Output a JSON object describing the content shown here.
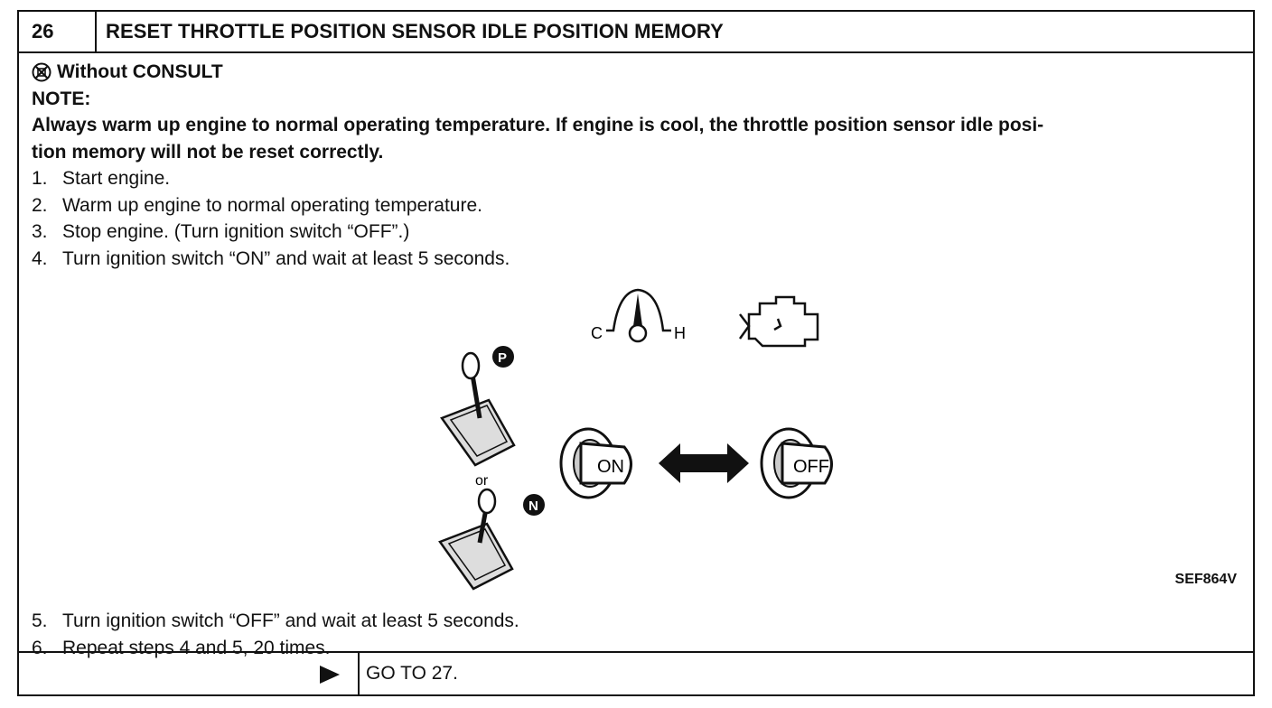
{
  "header": {
    "step_number": "26",
    "title": "RESET THROTTLE POSITION SENSOR IDLE POSITION MEMORY"
  },
  "section": {
    "icon": "consult-crossed-icon",
    "label": "Without CONSULT"
  },
  "note": {
    "label": "NOTE:",
    "text_line1": "Always warm up engine to normal operating temperature. If engine is cool, the throttle position sensor idle posi-",
    "text_line2": "tion memory will not be reset correctly."
  },
  "steps": [
    {
      "num": "1.",
      "text": "Start engine."
    },
    {
      "num": "2.",
      "text": "Warm up engine to normal operating temperature."
    },
    {
      "num": "3.",
      "text": "Stop engine. (Turn ignition switch “OFF”.)"
    },
    {
      "num": "4.",
      "text": "Turn ignition switch “ON” and wait at least 5 seconds."
    }
  ],
  "figure": {
    "gauge_cold": "C",
    "gauge_hot": "H",
    "shift_p": "P",
    "shift_n": "N",
    "or_label": "or",
    "key_on": "ON",
    "key_off": "OFF",
    "figure_id": "SEF864V"
  },
  "steps_after": [
    {
      "num": "5.",
      "text": "Turn ignition switch “OFF” and wait at least 5 seconds."
    },
    {
      "num": "6.",
      "text": "Repeat steps 4 and 5, 20 times."
    }
  ],
  "footer": {
    "arrow_icon": "right-triangle-icon",
    "goto": "GO TO 27."
  }
}
